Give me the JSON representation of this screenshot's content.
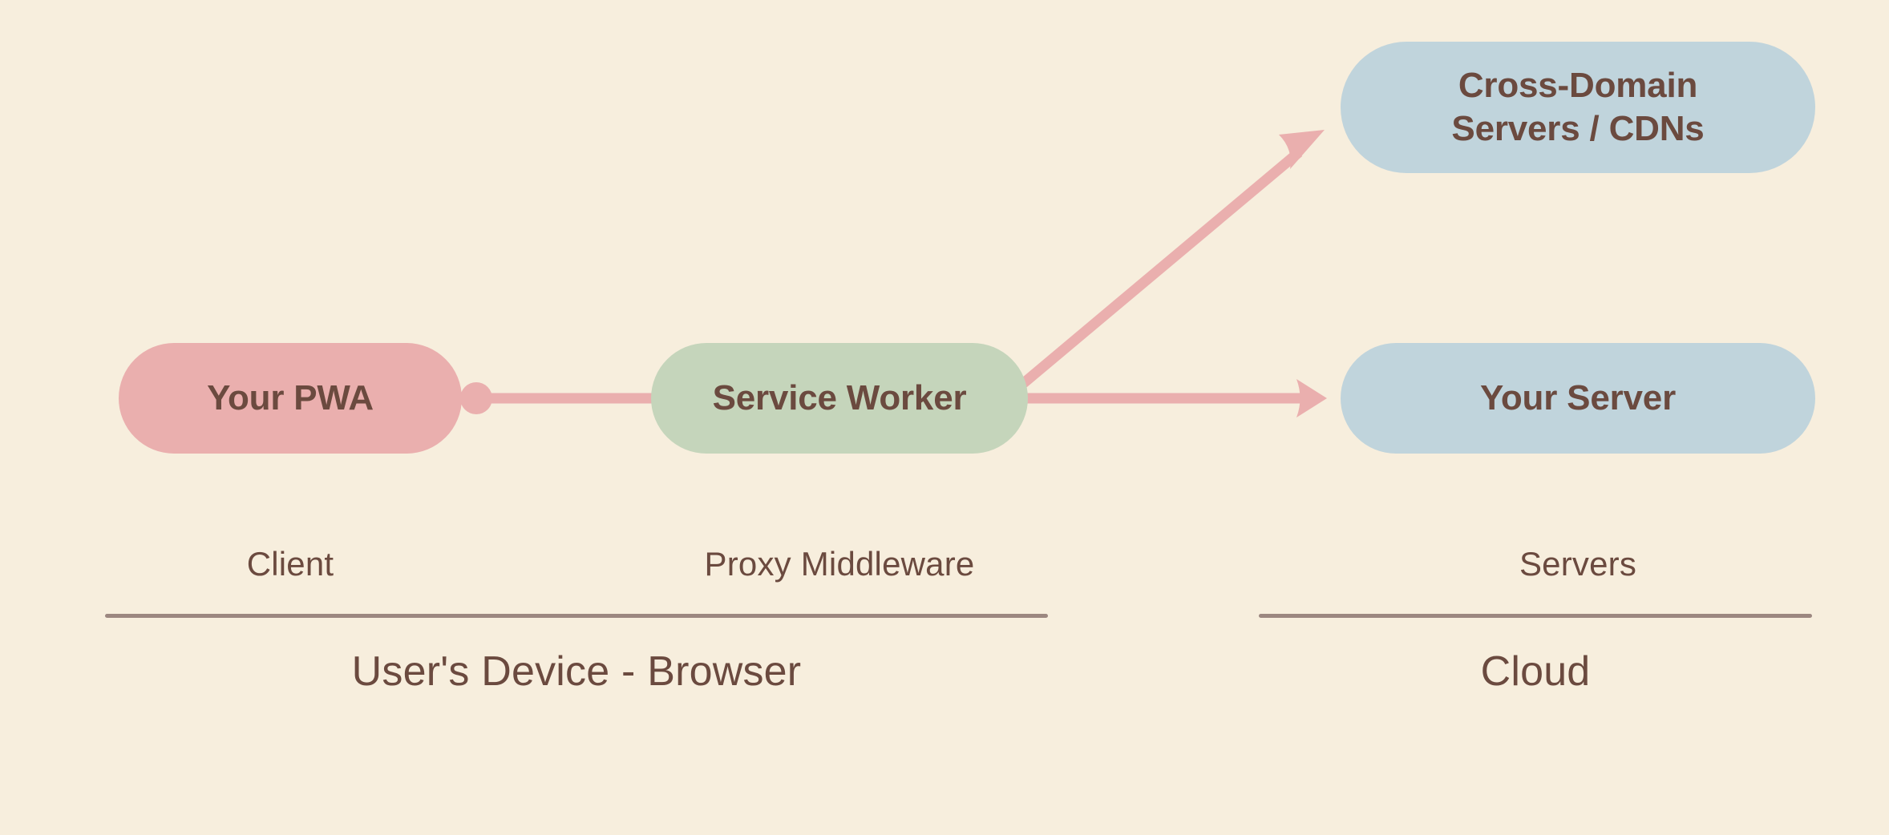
{
  "canvas": {
    "background_color": "#f7eedd",
    "text_color": "#6b4a3f"
  },
  "nodes": {
    "pwa": {
      "label": "Your PWA",
      "color": "#eaafae"
    },
    "service_worker": {
      "label": "Service Worker",
      "color": "#c5d5bb"
    },
    "your_server": {
      "label": "Your Server",
      "color": "#c0d4dc"
    },
    "cross_domain": {
      "label_line1": "Cross-Domain",
      "label_line2": "Servers / CDNs",
      "color": "#c0d4dc"
    }
  },
  "connectors": {
    "color": "#eaafae",
    "edges": [
      {
        "from": "Your PWA",
        "to": "Service Worker",
        "style": "dot-line"
      },
      {
        "from": "Service Worker",
        "to": "Cross-Domain Servers / CDNs",
        "style": "arrow-diagonal"
      },
      {
        "from": "Service Worker",
        "to": "Your Server",
        "style": "arrow-straight"
      }
    ]
  },
  "zones": {
    "client": "Client",
    "proxy": "Proxy Middleware",
    "servers": "Servers"
  },
  "captions": {
    "device": "User's Device - Browser",
    "cloud": "Cloud"
  },
  "divider_color": "#9c8780"
}
